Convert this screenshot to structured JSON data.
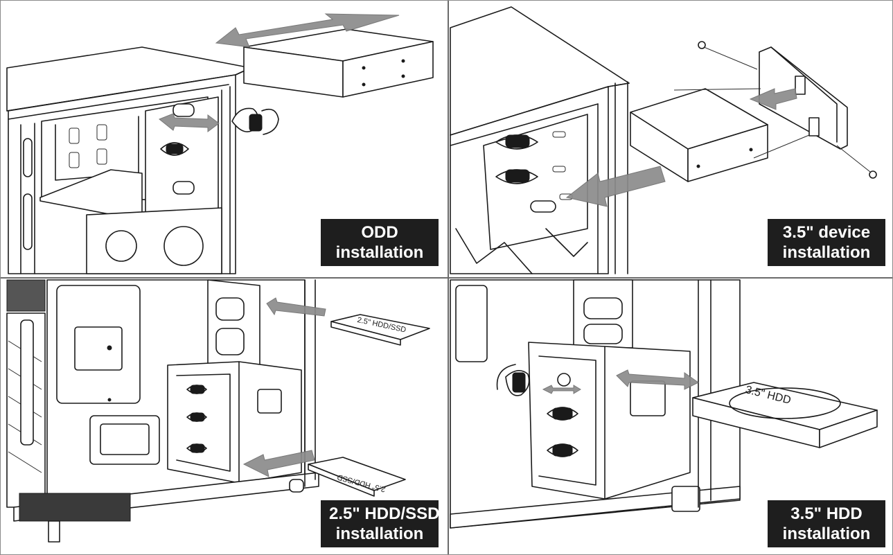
{
  "panels": [
    {
      "id": "odd",
      "label_line1": "ODD",
      "label_line2": "installation"
    },
    {
      "id": "device-35",
      "label_line1": "3.5\" device",
      "label_line2": "installation"
    },
    {
      "id": "hdd-ssd-25",
      "label_line1": "2.5\" HDD/SSD",
      "label_line2": "installation"
    },
    {
      "id": "hdd-35",
      "label_line1": "3.5\" HDD",
      "label_line2": "installation"
    }
  ],
  "drive_markings": {
    "ssd_25": "2.5\" HDD/SSD",
    "hdd_35": "3.5\" HDD"
  },
  "colors": {
    "label_background": "#1e1e1e",
    "label_text": "#ffffff",
    "arrow": "#8c8c8c",
    "line_art": "#1a1a1a"
  }
}
